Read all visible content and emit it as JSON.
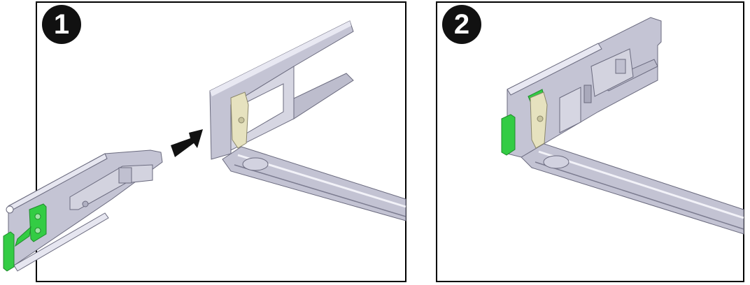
{
  "figure": {
    "type": "assembly-instruction-diagram",
    "steps": [
      {
        "number": "1",
        "description": "Slide rail connector (with green release tab) being pushed into the cable management arm bracket, direction indicated by arrow"
      },
      {
        "number": "2",
        "description": "Connector seated in the bracket; green tab engaged with the tan latch"
      }
    ]
  },
  "colors": {
    "metal": "#b9b9c9",
    "metal_dark": "#8e8ea2",
    "metal_light": "#e2e2ec",
    "release_tab": "#33cc44",
    "latch": "#e6e2bf",
    "arrow": "#111111",
    "badge": "#111111",
    "border": "#000000"
  }
}
